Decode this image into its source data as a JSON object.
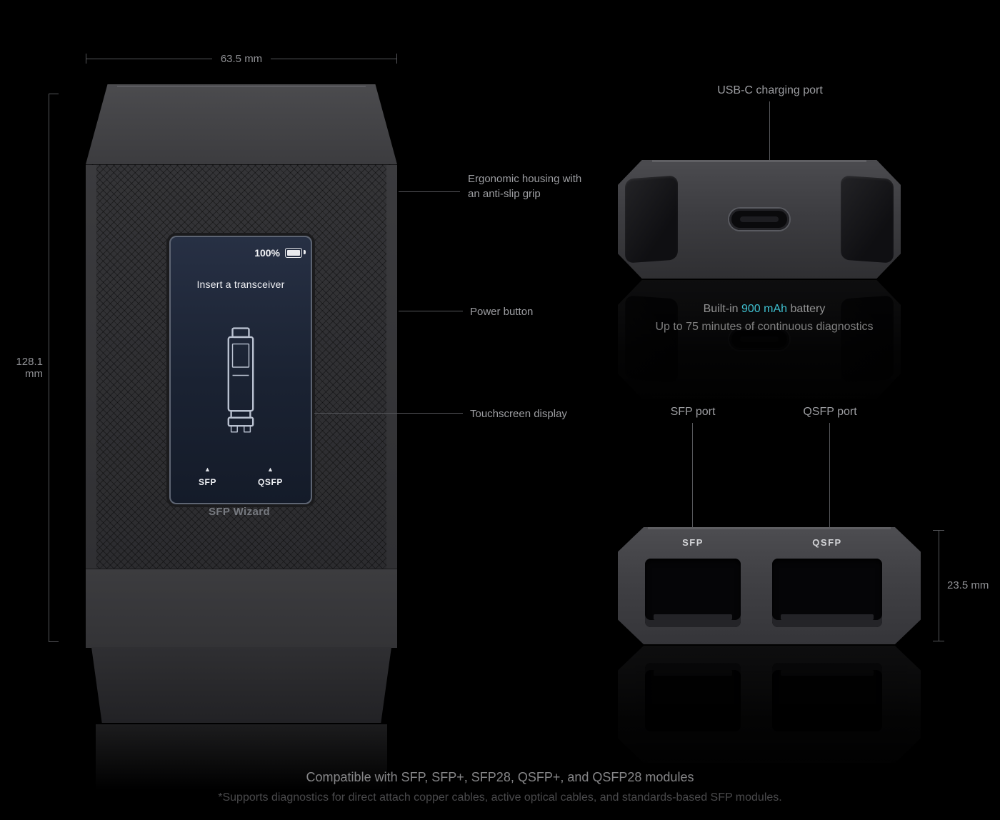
{
  "product": {
    "brand": "SFP Wizard"
  },
  "front": {
    "dimensions": {
      "width": "63.5 mm",
      "height": "128.1 mm"
    },
    "screen": {
      "battery_percent": "100%",
      "title": "Insert a transceiver",
      "sfp_label": "SFP",
      "qsfp_label": "QSFP"
    },
    "callouts": {
      "grip_line1": "Ergonomic housing with",
      "grip_line2": "an anti-slip grip",
      "power": "Power button",
      "screen": "Touchscreen display"
    }
  },
  "top_view": {
    "callout_usb": "USB-C charging port",
    "battery_line1_prefix": "Built-in ",
    "battery_line1_highlight": "900 mAh",
    "battery_line1_suffix": " battery",
    "battery_line2": "Up to 75 minutes of continuous diagnostics"
  },
  "bottom_view": {
    "callout_sfp": "SFP port",
    "callout_qsfp": "QSFP port",
    "print_sfp": "SFP",
    "print_qsfp": "QSFP",
    "dimension_depth": "23.5 mm"
  },
  "footer": {
    "line1": "Compatible with SFP, SFP+, SFP28, QSFP+, and QSFP28 modules",
    "line2": "*Supports diagnostics for direct attach copper cables, active optical cables, and standards-based SFP modules."
  },
  "colors": {
    "accent_teal": "#3fc1d1",
    "screen_background": "#1a2232",
    "body_gray": "#3c3c3f"
  }
}
